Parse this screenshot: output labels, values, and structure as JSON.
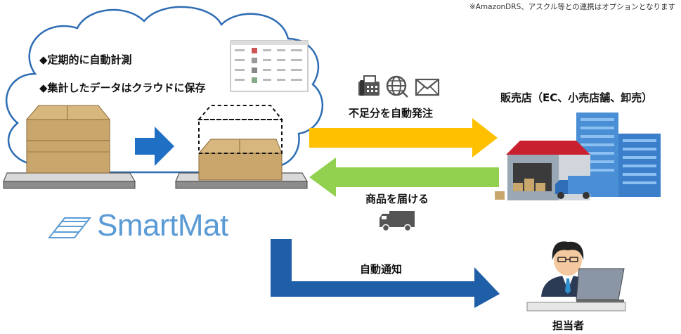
{
  "note": "※AmazonDRS、アスクル等との連携はオプションとなります",
  "cloud": {
    "bullet1": "◆定期的に自動計測",
    "bullet2": "◆集計したデータはクラウドに保存"
  },
  "brand": "SmartMat",
  "labels": {
    "auto_order": "不足分を自動発注",
    "delivery": "商品を届ける",
    "notify": "自動通知",
    "shop": "販売店（EC、小売店舗、卸売）",
    "person": "担当者"
  },
  "icons": [
    "fax-icon",
    "globe-icon",
    "mail-icon",
    "truck-icon",
    "warehouse-icon",
    "person-at-laptop-icon",
    "smartmat-logo-icon"
  ],
  "colors": {
    "arrow_yellow": "#ffc000",
    "arrow_green": "#92d050",
    "arrow_blue": "#1f5fa8",
    "brand_blue": "#5b9bd5",
    "box": "#c9a66b"
  }
}
